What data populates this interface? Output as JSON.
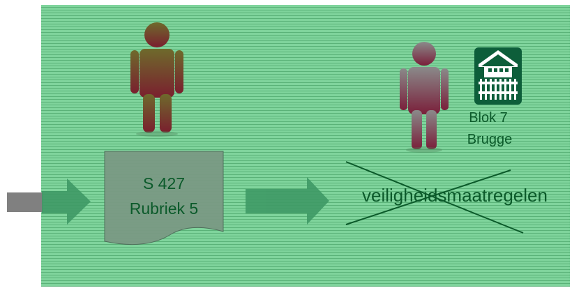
{
  "document": {
    "line1": "S 427",
    "line2": "Rubriek 5"
  },
  "struck_label": "veiligheidsmaatregelen",
  "address": {
    "line1": "Blok 7",
    "line2": "Brugge"
  },
  "colors": {
    "panel": "#7fd49c",
    "text": "#0b5a2a",
    "arrow": "#3f9a66",
    "person_left_top": "#6b6b2e",
    "person_right_top": "#7a7a7a",
    "person_bottom": "#7a1f2e",
    "house": "#0d5e3a",
    "document_fill": "#7a9a84",
    "strike": "#0b5a2a"
  },
  "icons": [
    "person-icon",
    "person-icon",
    "house-icon",
    "document-icon",
    "arrow-icon",
    "arrow-icon",
    "entry-arrow-icon"
  ]
}
